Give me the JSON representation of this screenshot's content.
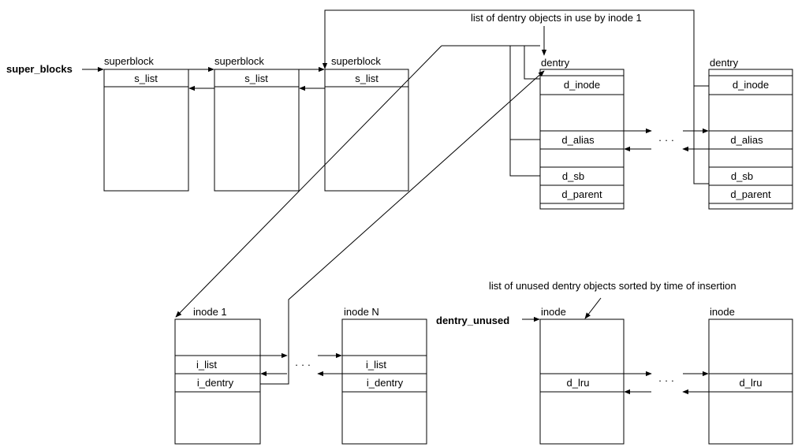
{
  "head_labels": {
    "super_blocks": "super_blocks",
    "dentry_unused": "dentry_unused"
  },
  "annotations": {
    "inuse_note": "list of dentry objects in use by inode 1",
    "unused_note": "list of unused dentry objects sorted by time of insertion"
  },
  "ellipsis": "· · ·",
  "superblocks": [
    {
      "title": "superblock",
      "field": "s_list"
    },
    {
      "title": "superblock",
      "field": "s_list"
    },
    {
      "title": "superblock",
      "field": "s_list"
    }
  ],
  "dentries": [
    {
      "title": "dentry",
      "fields": [
        "d_inode",
        "d_alias",
        "d_sb",
        "d_parent"
      ]
    },
    {
      "title": "dentry",
      "fields": [
        "d_inode",
        "d_alias",
        "d_sb",
        "d_parent"
      ]
    }
  ],
  "inodes": [
    {
      "title": "inode 1",
      "fields": [
        "i_list",
        "i_dentry"
      ]
    },
    {
      "title": "inode N",
      "fields": [
        "i_list",
        "i_dentry"
      ]
    }
  ],
  "unused_entries": [
    {
      "title": "inode",
      "field": "d_lru"
    },
    {
      "title": "inode",
      "field": "d_lru"
    }
  ]
}
